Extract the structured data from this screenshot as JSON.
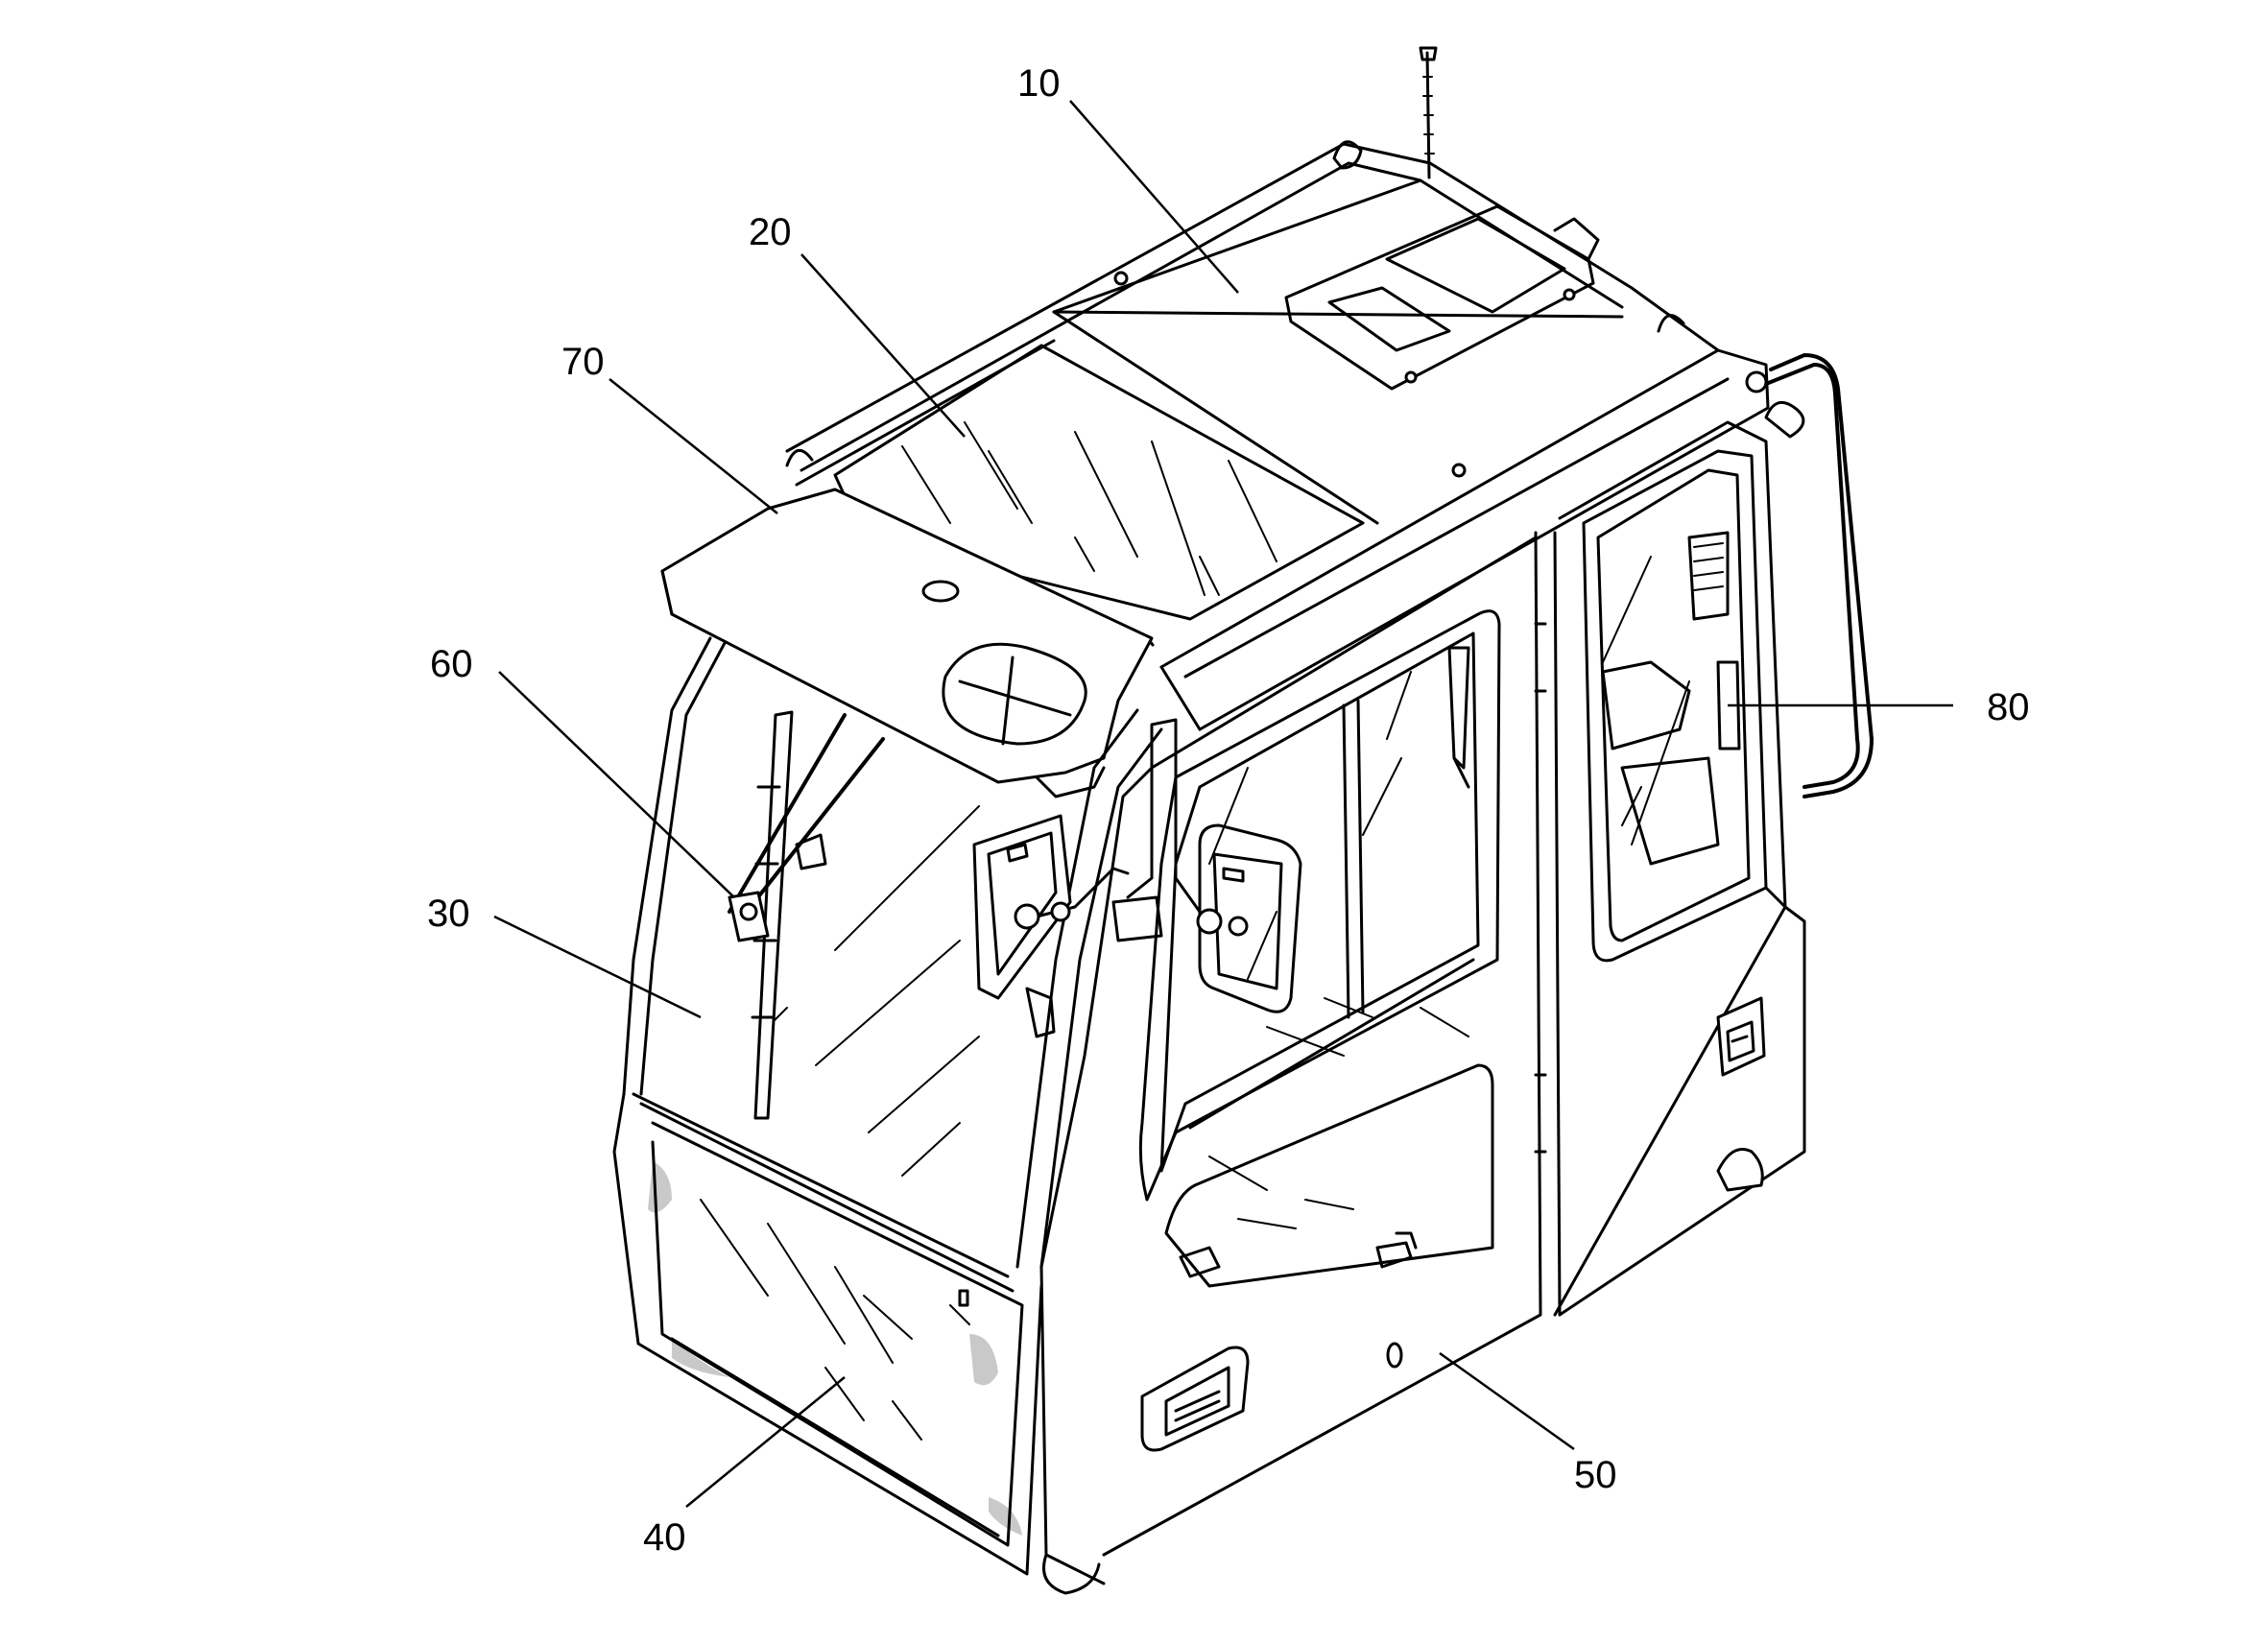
{
  "labels": {
    "roof": "10",
    "roof_window": "20",
    "front_window": "30",
    "lower_front_window": "40",
    "door": "50",
    "wiper": "60",
    "sun_visor": "70",
    "rear_side_window": "80"
  }
}
